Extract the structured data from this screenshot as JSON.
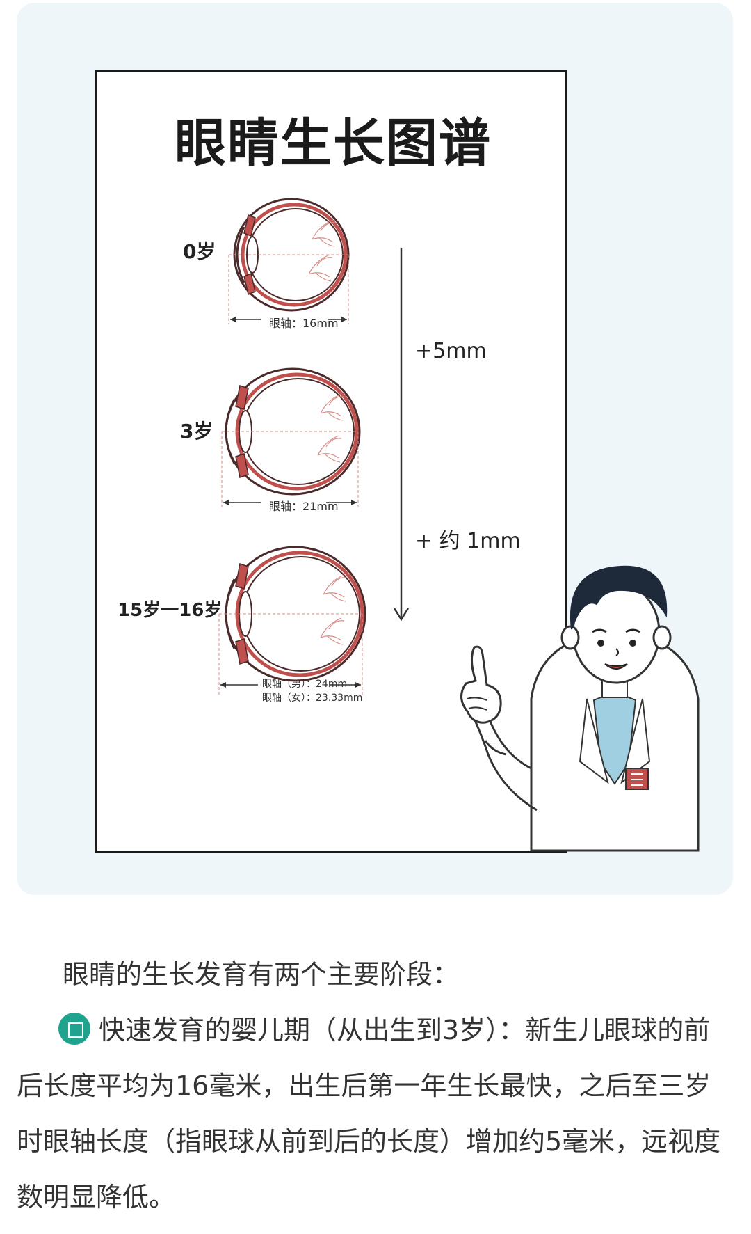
{
  "poster": {
    "title": "眼睛生长图谱",
    "stages": [
      {
        "age": "0岁",
        "axis": "眼轴：16mm"
      },
      {
        "age": "3岁",
        "axis": "眼轴：21mm"
      },
      {
        "age": "15岁一16岁",
        "axis_male": "眼轴（男）：24mm",
        "axis_female": "眼轴（女）：23.33mm"
      }
    ],
    "growth": [
      "+5mm",
      "+ 约 1mm"
    ]
  },
  "article": {
    "intro": "眼睛的生长发育有两个主要阶段：",
    "stage1_heading": "快速发育的婴儿期（从出生到3岁）：",
    "stage1_body_lead": "新生儿眼球",
    "stage1_body": "的前后长度平均为16毫米，出生后第一年生长最快，之后至三岁时眼轴长度（指眼球从前到后的长度）增加约5毫米，远视度数明显降低。"
  },
  "colors": {
    "card_bg": "#eef6fa",
    "badge": "#1fa38f",
    "eye_red": "#c0504d",
    "eye_outline": "#4a2a2a"
  },
  "icons": [
    "eye-diagram-icon",
    "doctor-illustration-icon",
    "badge-icon"
  ]
}
